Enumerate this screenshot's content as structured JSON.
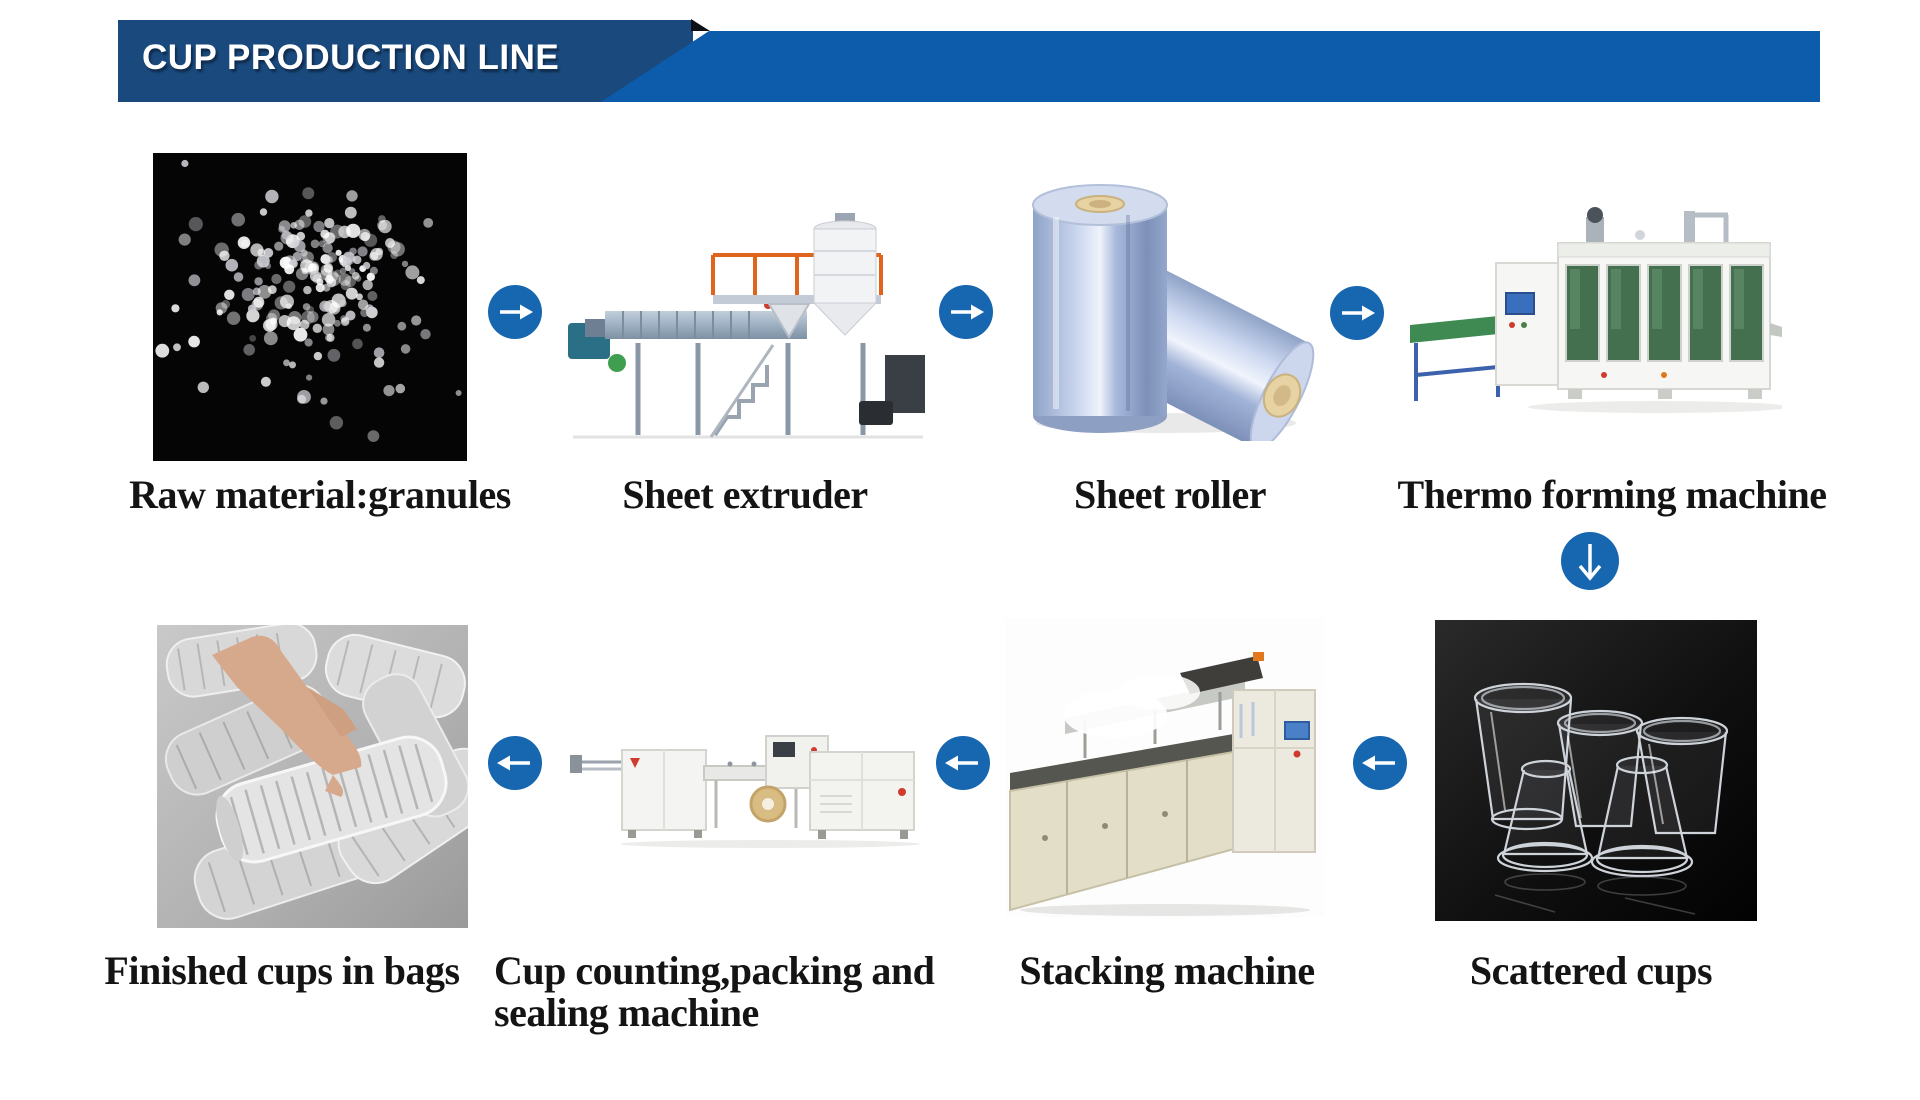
{
  "header": {
    "title": "CUP PRODUCTION LINE",
    "colors": {
      "banner": "#1a4a7d",
      "ribbon": "#0d5cab",
      "fold": "#0c0f14",
      "title_text": "#ffffff"
    }
  },
  "flow": {
    "arrow_color": "#1766b0",
    "arrow_glyph_color": "#ffffff",
    "top_row_direction": "right",
    "bottom_row_direction": "left",
    "sequence": [
      "raw-material-granules",
      "sheet-extruder",
      "sheet-roller",
      "thermo-forming-machine",
      "scattered-cups",
      "stacking-machine",
      "cup-counting-packing-sealing-machine",
      "finished-cups-in-bags"
    ]
  },
  "steps": [
    {
      "id": "raw-material-granules",
      "label": "Raw material:granules",
      "image": "raw-granules-photo"
    },
    {
      "id": "sheet-extruder",
      "label": "Sheet extruder",
      "image": "sheet-extruder-photo"
    },
    {
      "id": "sheet-roller",
      "label": "Sheet roller",
      "image": "sheet-roller-photo"
    },
    {
      "id": "thermo-forming-machine",
      "label": "Thermo forming machine",
      "image": "thermo-forming-machine-photo"
    },
    {
      "id": "scattered-cups",
      "label": "Scattered cups",
      "image": "scattered-cups-photo"
    },
    {
      "id": "stacking-machine",
      "label": "Stacking machine",
      "image": "stacking-machine-photo"
    },
    {
      "id": "cup-counting-packing-sealing-machine",
      "label": "Cup counting,packing and sealing machine",
      "label_lines": [
        "Cup counting,packing and",
        "sealing machine"
      ],
      "image": "cup-packing-machine-photo"
    },
    {
      "id": "finished-cups-in-bags",
      "label": "Finished cups in bags",
      "image": "finished-cups-photo"
    }
  ]
}
